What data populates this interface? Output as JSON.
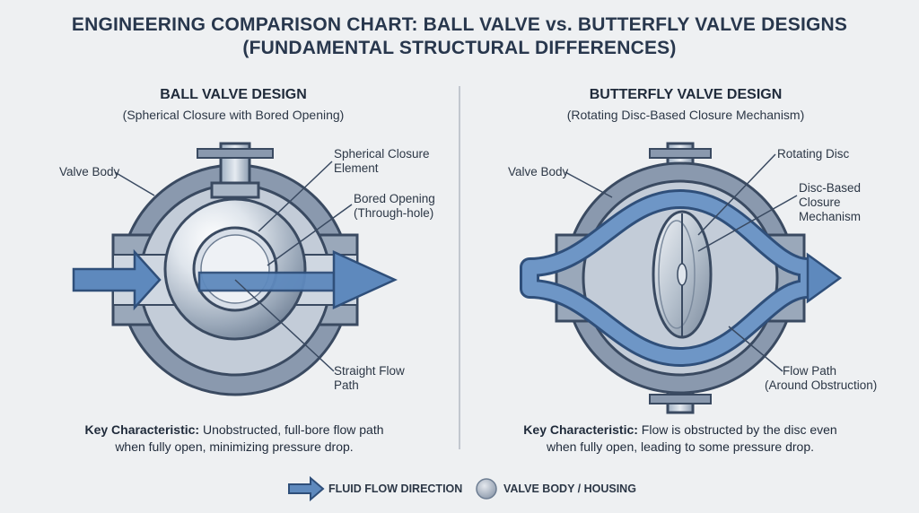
{
  "title_line1": "ENGINEERING COMPARISON CHART: BALL VALVE vs. BUTTERFLY VALVE DESIGNS",
  "title_line2": "(FUNDAMENTAL STRUCTURAL DIFFERENCES)",
  "ball": {
    "heading": "BALL VALVE DESIGN",
    "subtitle": "(Spherical Closure with Bored Opening)",
    "labels": {
      "valve_body": "Valve Body",
      "spherical_1": "Spherical Closure",
      "spherical_2": "Element",
      "bored_1": "Bored Opening",
      "bored_2": "(Through-hole)",
      "straight_1": "Straight Flow",
      "straight_2": "Path"
    },
    "key_label": "Key Characteristic:",
    "key_text_1": " Unobstructed, full-bore flow path",
    "key_text_2": "when fully open, minimizing pressure drop."
  },
  "butterfly": {
    "heading": "BUTTERFLY VALVE DESIGN",
    "subtitle": "(Rotating Disc-Based Closure Mechanism)",
    "labels": {
      "valve_body": "Valve Body",
      "rotating_disc": "Rotating Disc",
      "disc_1": "Disc-Based",
      "disc_2": "Closure",
      "disc_3": "Mechanism",
      "flow_1": "Flow Path",
      "flow_2": "(Around Obstruction)"
    },
    "key_label": "Key Characteristic:",
    "key_text_1": " Flow is obstructed by the disc even",
    "key_text_2": "when fully open, leading to some pressure drop."
  },
  "legend": {
    "flow": "FLUID FLOW DIRECTION",
    "body": "VALVE BODY / HOUSING"
  },
  "colors": {
    "flow_blue": "#5e89bd",
    "flow_outline": "#2f4f7a",
    "body_gray": "#8a99ae",
    "body_outline": "#3a4a61",
    "metal_light": "#e3e8ee"
  }
}
